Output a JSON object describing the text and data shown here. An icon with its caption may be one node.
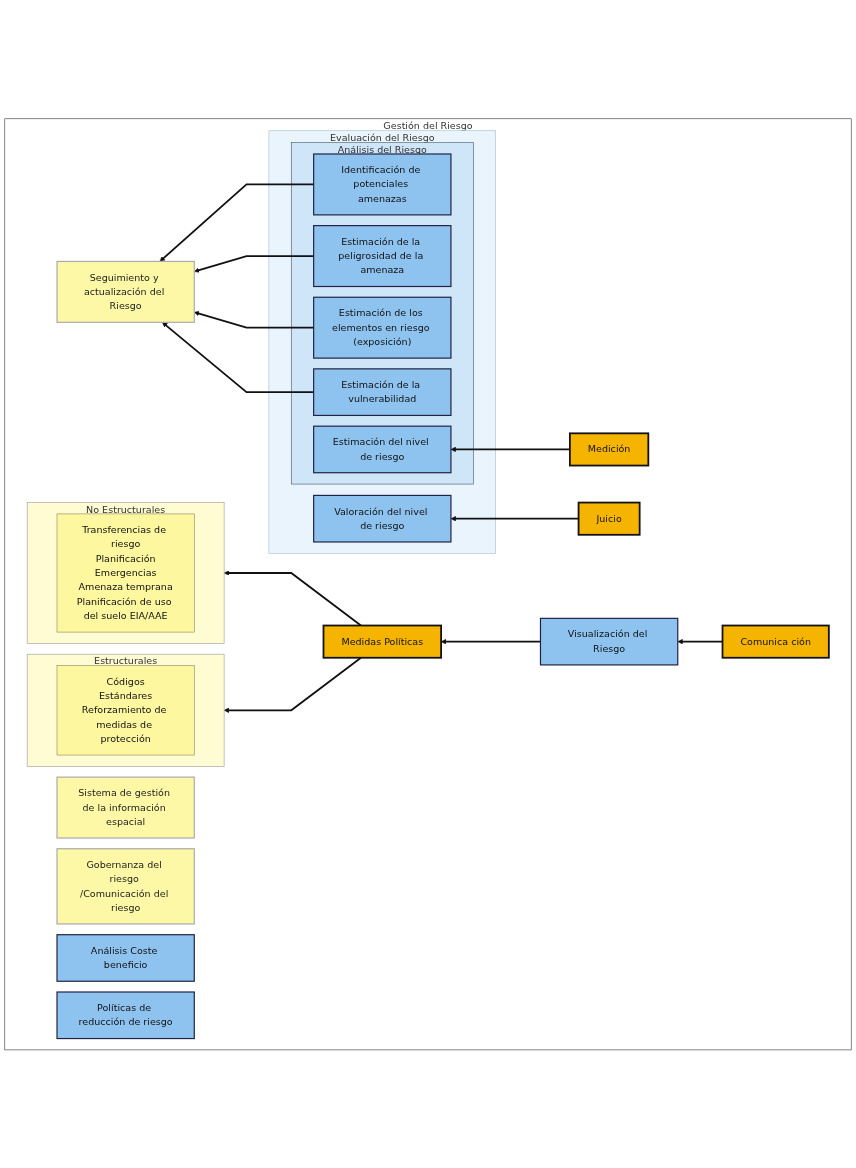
{
  "diagram": {
    "nodes": [
      {
        "text": [
          "Gestión del Riesgo"
        ]
      },
      {
        "text": [
          "Seguimiento y actualización del Riesgo"
        ],
        "in": 0
      },
      {
        "text": [
          "Evaluación del Riesgo"
        ],
        "in": 0
      },
      {
        "text": [
          "Análisis del Riesgo"
        ],
        "in": 2
      },
      {
        "text": [
          "Identificación de potenciales amenazas"
        ],
        "in": 3
      },
      {
        "text": [
          "Estimación de la peligrosidad de la amenaza"
        ],
        "in": 3
      },
      {
        "text": [
          "Estimación de los elementos en riesgo (exposición)"
        ],
        "in": 3
      },
      {
        "text": [
          "Estimación de la vulnerabilidad"
        ],
        "in": 3
      },
      {
        "text": [
          "Estimación del nivel de riesgo"
        ],
        "in": 3
      },
      {
        "text": [
          "Valoración del nivel de riesgo"
        ],
        "in": 2
      },
      {
        "text": [
          "Sistema de gestión de la información espacial"
        ],
        "in": 0
      },
      {
        "text": [
          "Gobernanza del riesgo /Comunicación del riesgo"
        ],
        "in": 0
      },
      {
        "text": [
          "Medición"
        ],
        "in": 0
      },
      {
        "text": [
          "Juicio"
        ],
        "in": 0
      },
      {
        "text": [
          "Comunica ción"
        ],
        "in": 0
      },
      {
        "text": [
          "Visualización del Riesgo"
        ],
        "in": 0
      },
      {
        "text": [
          "Medidas Políticas"
        ],
        "in": 0
      },
      {
        "text": [
          "No Estructurales"
        ],
        "in": 0
      },
      {
        "text": [
          "Transferencias de riesgo",
          "Planificación",
          "Emergencias",
          "Amenaza temprana",
          "Planificación de uso del suelo EIA/AAE"
        ],
        "in": 17
      },
      {
        "text": [
          "Estructurales"
        ],
        "in": 0
      },
      {
        "text": [
          "Códigos",
          "Estándares",
          "Reforzamiento de medidas de protección"
        ],
        "in": 19
      },
      {
        "text": [
          "Análisis Coste beneficio"
        ],
        "in": 0
      },
      {
        "text": [
          "Políticas de reducción de riesgo"
        ],
        "in": 0
      }
    ],
    "edges": [
      {
        "from": 4,
        "to": 1,
        "arrow": "to"
      },
      {
        "from": 5,
        "to": 1,
        "arrow": "to"
      },
      {
        "from": 6,
        "to": 1,
        "arrow": "to"
      },
      {
        "from": 7,
        "to": 1,
        "arrow": "to"
      },
      {
        "from": 12,
        "to": 8,
        "arrow": "to"
      },
      {
        "from": 13,
        "to": 9,
        "arrow": "to"
      },
      {
        "from": 14,
        "to": 15,
        "arrow": "to"
      },
      {
        "from": 15,
        "to": 16,
        "arrow": "to"
      },
      {
        "from": 16,
        "to": 17,
        "arrow": "to"
      },
      {
        "from": 16,
        "to": 19,
        "arrow": "to"
      }
    ]
  }
}
